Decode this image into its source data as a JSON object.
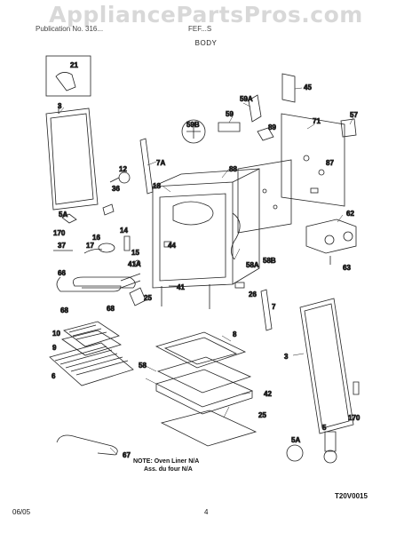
{
  "watermark": "AppliancePartsPros.com",
  "header": {
    "left": "Publication No. 316...",
    "right": "FEF...S",
    "section": "BODY"
  },
  "labels": {
    "p21": "21",
    "p3": "3",
    "p45": "45",
    "p59A": "59A",
    "p59": "59",
    "p71": "71",
    "p57": "57",
    "p59B": "59B",
    "p89": "89",
    "p87": "87",
    "p7A": "7A",
    "p12": "12",
    "p88": "88",
    "p18": "18",
    "p36": "36",
    "p5A": "5A",
    "p62": "62",
    "p170": "170",
    "p16": "16",
    "p14": "14",
    "p17": "17",
    "p15": "15",
    "p37": "37",
    "p44": "44",
    "p41A": "41A",
    "p58A": "58A",
    "p58B": "58B",
    "p63": "63",
    "p66": "66",
    "p41": "41",
    "p26": "26",
    "p25": "25",
    "p7": "7",
    "p68a": "68",
    "p68b": "68",
    "p10": "10",
    "p9": "9",
    "p8": "8",
    "p3b": "3",
    "p6": "6",
    "p58": "58",
    "p42": "42",
    "p25b": "25",
    "p170b": "170",
    "p67": "67",
    "p5Ab": "5A",
    "p5": "5"
  },
  "note": {
    "line1": "NOTE: Oven Liner N/A",
    "line2": "Ass. du four N/A"
  },
  "diagram_code": "T20V0015",
  "footer": {
    "date": "06/05",
    "page": "4"
  }
}
